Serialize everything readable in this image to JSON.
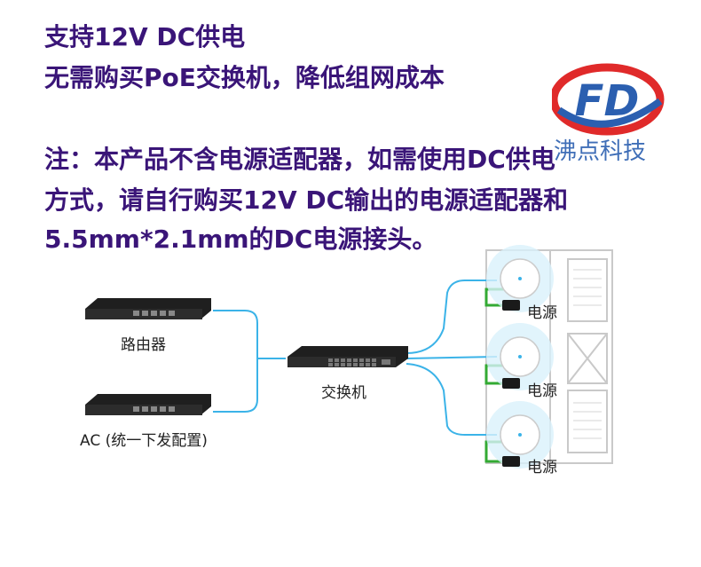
{
  "heading": {
    "line1": "支持12V DC供电",
    "line2": "无需购买PoE交换机，降低组网成本"
  },
  "note": {
    "line1": "注：本产品不含电源适配器，如需使用DC供电",
    "line2": "方式，请自行购买12V DC输出的电源适配器和",
    "line3": "5.5mm*2.1mm的DC电源接头。"
  },
  "logo": {
    "letters": "FD",
    "caption": "沸点科技",
    "colors": {
      "red": "#e02a2a",
      "blue": "#2b5fb0"
    }
  },
  "diagram": {
    "router_label": "路由器",
    "ac_label": "AC (统一下发配置)",
    "switch_label": "交换机",
    "power_labels": [
      "电源",
      "电源",
      "电源"
    ],
    "link_color": "#3bb3e8",
    "power_link_color": "#33aa33"
  },
  "colors": {
    "heading": "#3a1578"
  }
}
